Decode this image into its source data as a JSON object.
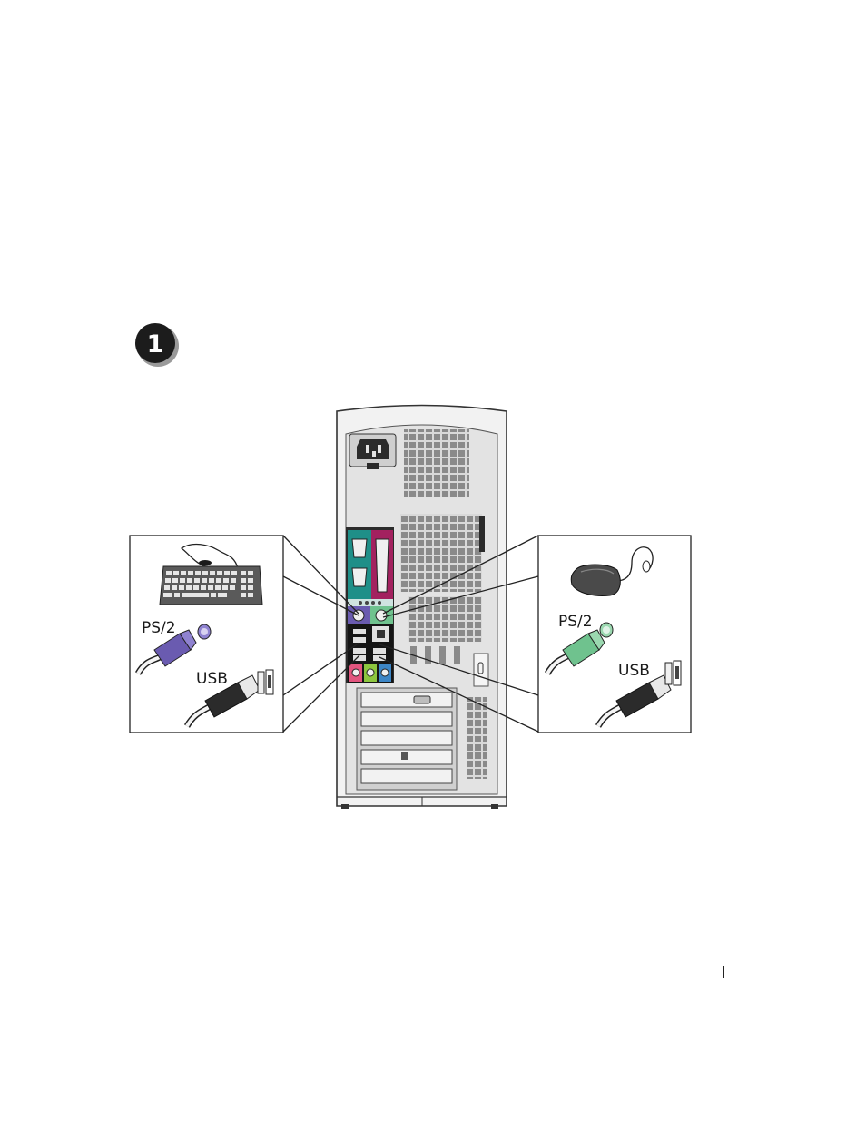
{
  "step": {
    "number": "1"
  },
  "keyboard_callout": {
    "ps2_label": "PS/2",
    "usb_label": "USB"
  },
  "mouse_callout": {
    "ps2_label": "PS/2",
    "usb_label": "USB"
  },
  "colors": {
    "ps2_keyboard": "#6a5bb0",
    "ps2_mouse": "#6fc28e",
    "panel_teal": "#1f8f88",
    "panel_magenta": "#a3215f",
    "audio_pink": "#e2557e",
    "audio_green": "#8dc63f",
    "audio_blue": "#3d86c6"
  },
  "icons": [
    "step-badge-icon",
    "computer-tower-icon",
    "keyboard-icon",
    "mouse-icon",
    "ps2-connector-icon",
    "usb-connector-icon"
  ]
}
